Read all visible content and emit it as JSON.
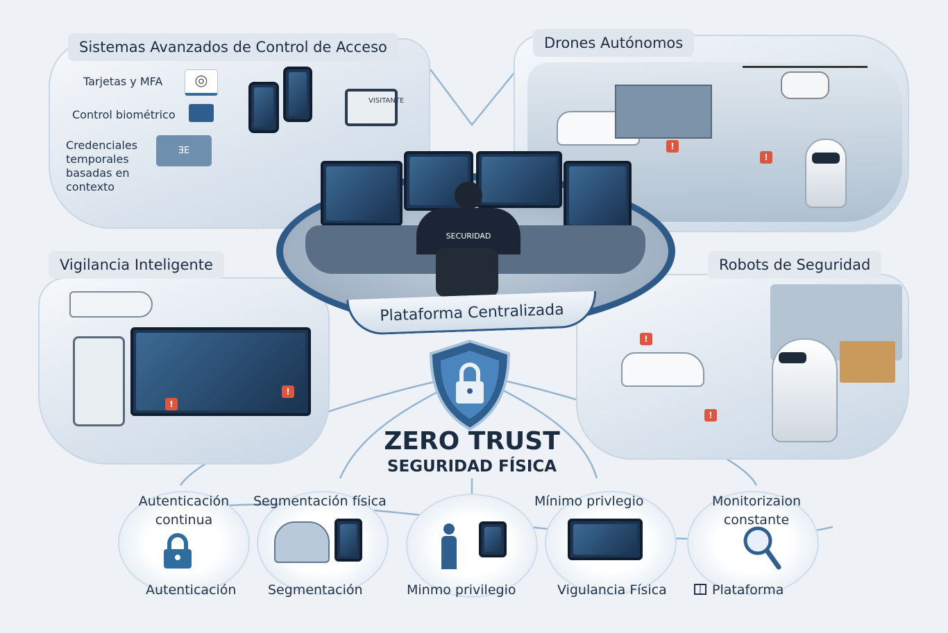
{
  "access_control": {
    "title": "Sistemas Avanzados de Control de Acceso",
    "items": [
      "Tarjetas y MFA",
      "Control biométrico",
      "Credenciales temporales basadas en contexto"
    ],
    "badge_text": "VISITANTE"
  },
  "drones": {
    "title": "Drones Autónomos"
  },
  "surveillance": {
    "title": "Vigilancia Inteligente"
  },
  "robots": {
    "title": "Robots de Seguridad"
  },
  "center": {
    "platform_label": "Plataforma Centralizada",
    "operator_badge": "SECURIDAD",
    "title": "ZERO TRUST",
    "subtitle": "SEGURIDAD FÍSICA"
  },
  "principles": [
    {
      "top": "Autenticación continua",
      "bottom": "Autenticación",
      "icon": "padlock-icon"
    },
    {
      "top": "Segmentación física",
      "bottom": "Segmentación",
      "icon": "building-segmentation-icon"
    },
    {
      "top": "",
      "bottom": "Minmo privilegio",
      "icon": "person-access-icon"
    },
    {
      "top": "Mínimo privlegio",
      "bottom": "Vigulancia Física",
      "icon": "monitor-icon"
    },
    {
      "top": "Monitorizaion constante",
      "bottom": "Plataforma",
      "icon": "magnifier-icon"
    }
  ],
  "colors": {
    "accent": "#2f5f8f",
    "dark": "#1c2c40",
    "alert": "#e0553f"
  }
}
